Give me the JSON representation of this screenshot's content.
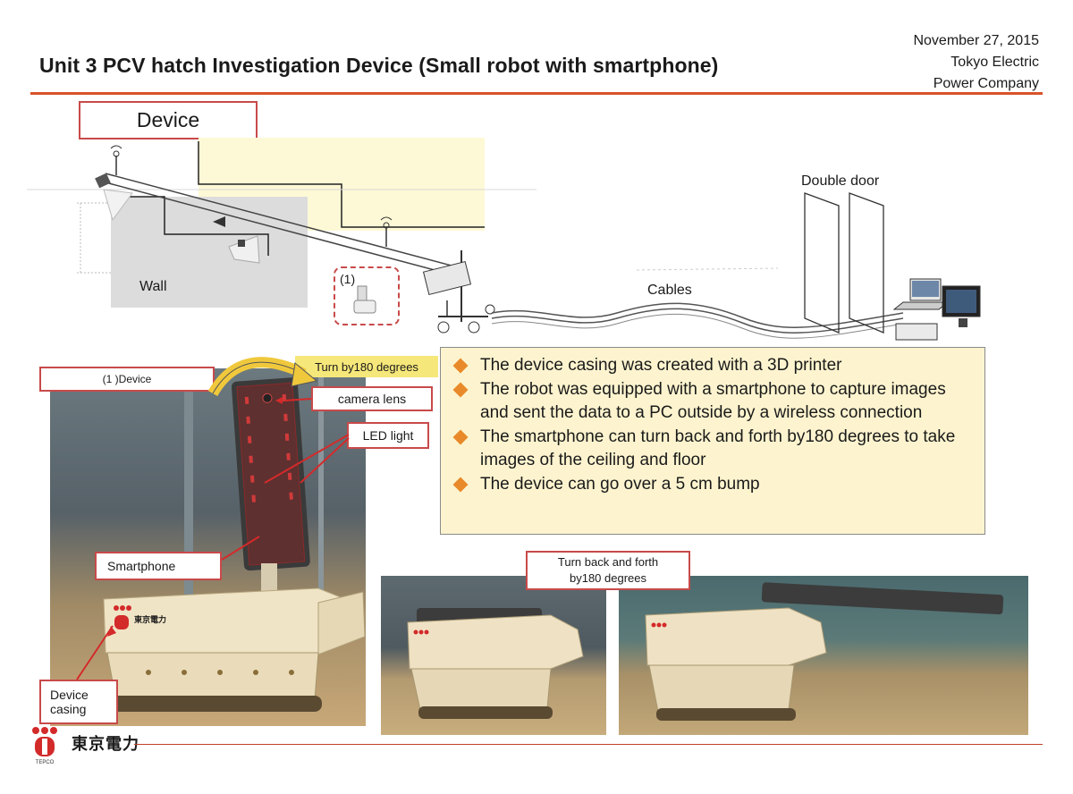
{
  "header": {
    "title": "Unit 3 PCV hatch Investigation  Device (Small robot with smartphone)",
    "date": "November 27, 2015",
    "org_line1": "Tokyo Electric",
    "org_line2": "Power Company"
  },
  "diagram": {
    "device_label": "Device",
    "wall_label": "Wall",
    "double_door_label": "Double door",
    "cables_label": "Cables",
    "camera_tag": "(1)"
  },
  "info": {
    "bullets": [
      "The device casing was created with a 3D printer",
      "The robot was equipped with a smartphone to capture images and sent the data to a PC outside by a wireless connection",
      "The smartphone can turn back and forth by180 degrees to take images of the ceiling and floor",
      "The device can go over a 5 cm bump"
    ]
  },
  "photos": {
    "device_label": "(1 )Device",
    "turn_label": "Turn by180 degrees",
    "camera_lens_label": "camera lens",
    "led_label": "LED light",
    "smartphone_label": "Smartphone",
    "casing_label_line1": "Device",
    "casing_label_line2": "casing",
    "turn_back_line1": "Turn back and forth",
    "turn_back_line2": "by180 degrees",
    "casing_logo_text": "東京電力"
  },
  "footer": {
    "logo_text": "東京電力",
    "logo_sub": "TEPCO"
  },
  "colors": {
    "accent_rule": "#d9522a",
    "box_border": "#c84a4a",
    "bullet_diamond": "#e98a2a",
    "info_bg": "#fdf4cf"
  }
}
